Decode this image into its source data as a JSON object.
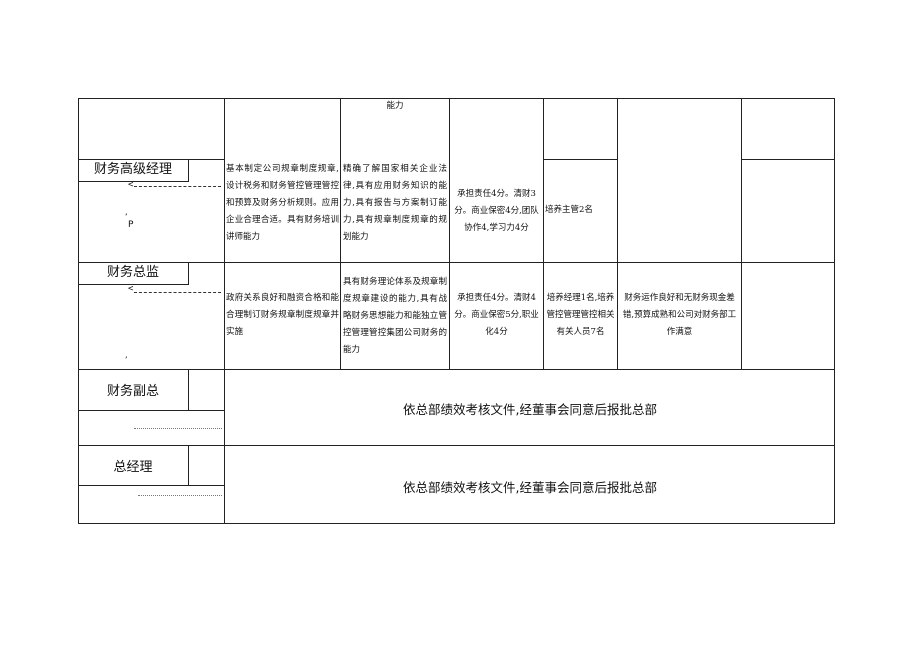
{
  "table": {
    "row0": {
      "col3_text": "能力"
    },
    "row1": {
      "role": "财务高级经理",
      "marker": "P",
      "duties": "基本制定公司规章制度规章,设计税务和财务管控管理管控和预算及财务分析规则。应用企业合理合适。具有财务培训讲师能力",
      "ability": "精确了解国家相关企业法律,具有应用财务知识的能力,具有报告与方案制订能力,具有规章制度规章的规划能力",
      "assessment": "承担责任4分。清财3分。商业保密4分,团队协作4,学习力4分",
      "training": "培养主管2名"
    },
    "row2": {
      "role": "财务总监",
      "duties": "政府关系良好和融资合格和能合理制订财务规章制度规章并实施",
      "ability": "具有财务理论体系及规章制度规章建设的能力,具有战略财务思想能力和能独立管控管理管控集团公司财务的能力",
      "assessment": "承担责任4分。清财4分。商业保密5分,职业化4分",
      "training": "培养经理1名,培养管控管理管控相关有关人员7名",
      "result": "财务运作良好和无财务现金差错,预算成熟和公司对财务部工作满意"
    },
    "row3": {
      "role": "财务副总",
      "note": "依总部绩效考核文件,经董事会同意后报批总部"
    },
    "row4": {
      "role": "总经理",
      "note": "依总部绩效考核文件,经董事会同意后报批总部"
    }
  }
}
